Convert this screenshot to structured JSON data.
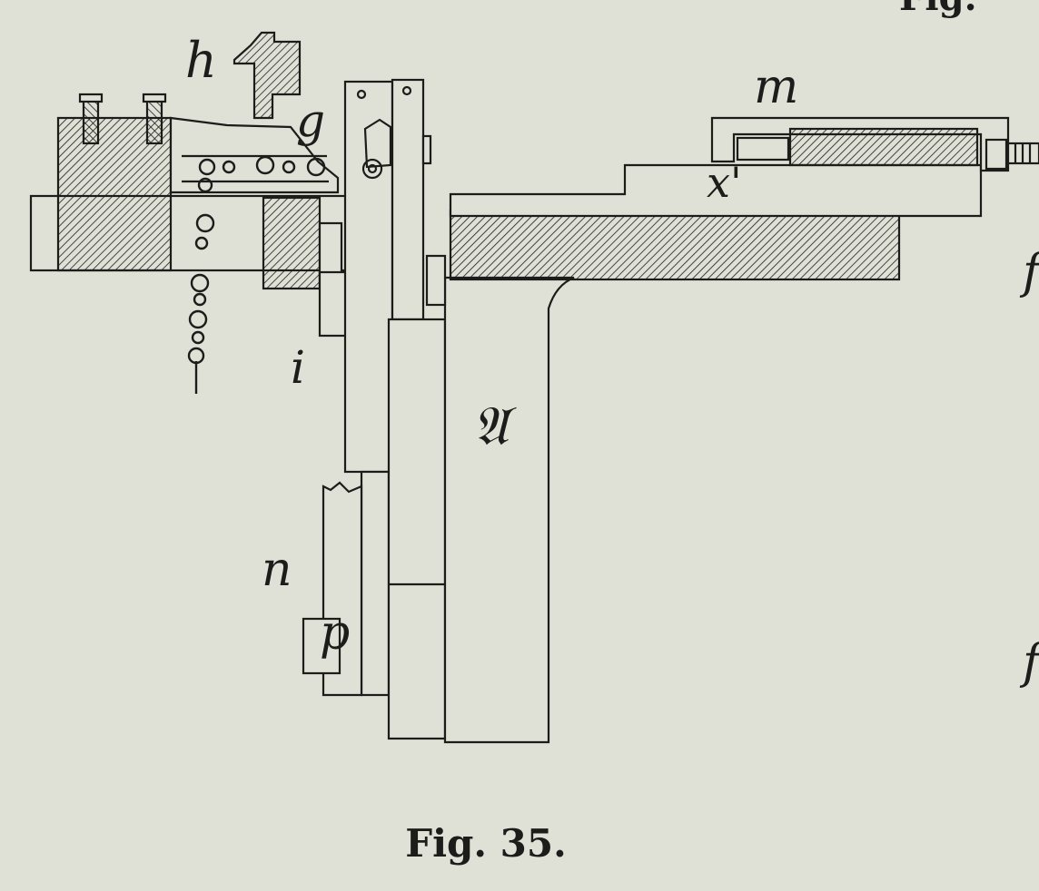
{
  "caption": "Fig. 35.",
  "header_fragment": "Fig.",
  "edge_labels": [
    "f",
    "f"
  ],
  "labels": {
    "h": "h",
    "g": "g",
    "m": "m",
    "x1": "x'",
    "i": "i",
    "a": "𝔄",
    "n": "n",
    "p": "p"
  },
  "colors": {
    "paper": "#dfe1d6",
    "ink": "#1c1c1a"
  }
}
